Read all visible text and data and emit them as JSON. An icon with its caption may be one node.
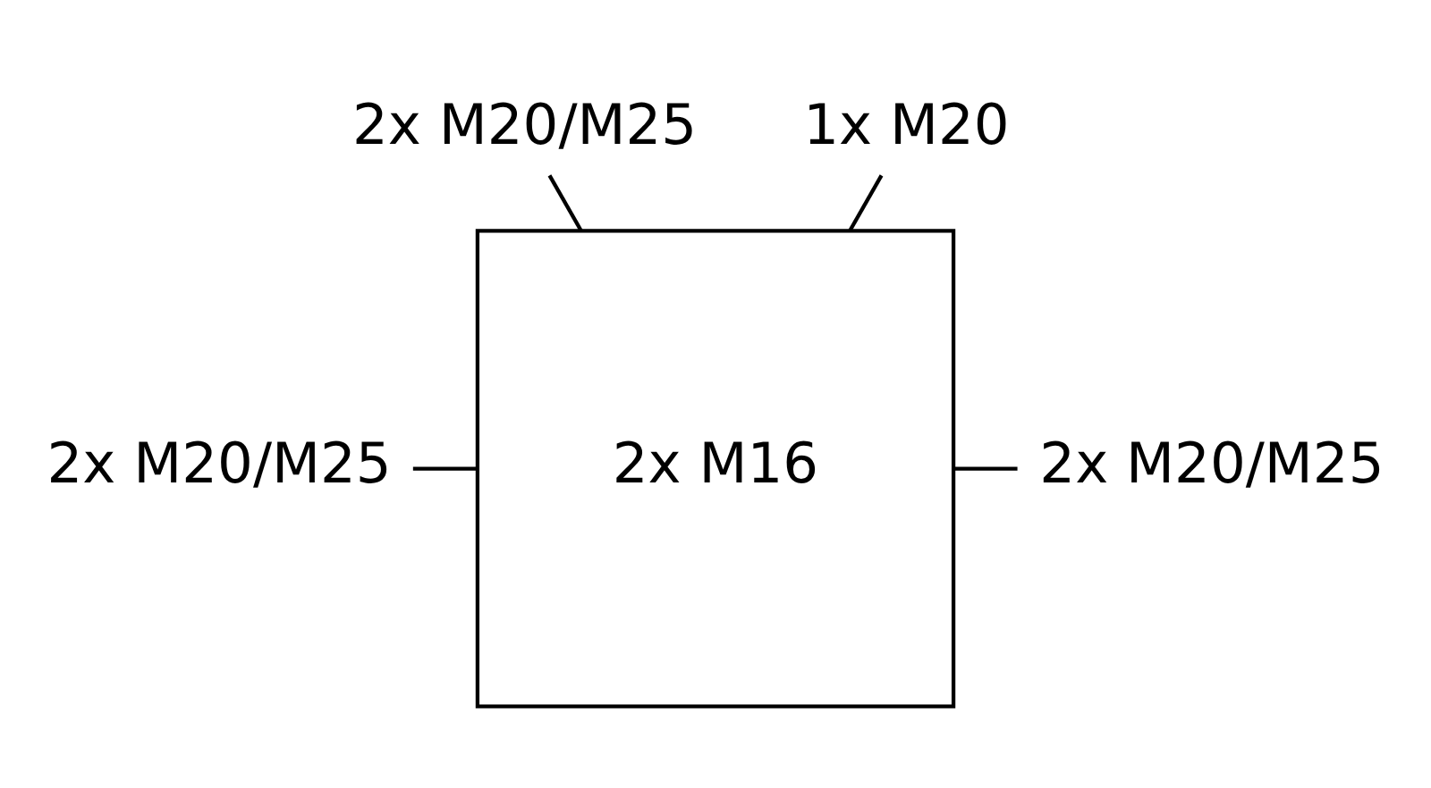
{
  "diagram": {
    "nodes": [
      {
        "text": [
          "2x M20/M25"
        ]
      },
      {
        "text": [
          "2x M20/M25"
        ]
      },
      {
        "text": [
          "2x M16"
        ]
      },
      {
        "text": [
          "2x M20/M25"
        ]
      },
      {
        "text": [
          "1x M20"
        ]
      }
    ],
    "edges": [
      {
        "from": 0,
        "to": 2,
        "arrow": "none"
      },
      {
        "from": 1,
        "to": 2,
        "arrow": "none"
      },
      {
        "from": 3,
        "to": 2,
        "arrow": "none"
      },
      {
        "from": 4,
        "to": 2,
        "arrow": "none"
      }
    ]
  }
}
